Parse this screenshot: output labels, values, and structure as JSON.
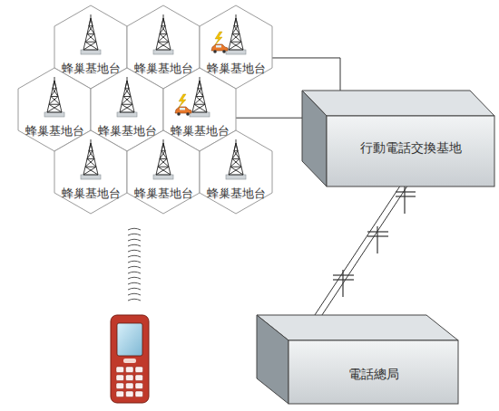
{
  "diagram": {
    "nodes": [
      {
        "text": [
          "蜂巢基地台"
        ]
      },
      {
        "text": [
          "蜂巢基地台"
        ]
      },
      {
        "text": [
          "蜂巢基地台"
        ]
      },
      {
        "text": [
          "蜂巢基地台"
        ]
      },
      {
        "text": [
          "蜂巢基地台"
        ]
      },
      {
        "text": [
          "蜂巢基地台"
        ]
      },
      {
        "text": [
          "蜂巢基地台"
        ]
      },
      {
        "text": [
          "蜂巢基地台"
        ]
      },
      {
        "text": [
          "蜂巢基地台"
        ]
      },
      {
        "text": [
          "行動電話交換基地"
        ]
      },
      {
        "text": [
          "電話總局"
        ]
      }
    ],
    "edges": [
      {
        "from": 2,
        "to": 9,
        "arrow": "none"
      },
      {
        "from": 5,
        "to": 9,
        "arrow": "none"
      },
      {
        "from": 9,
        "to": 10,
        "arrow": "none"
      }
    ]
  }
}
